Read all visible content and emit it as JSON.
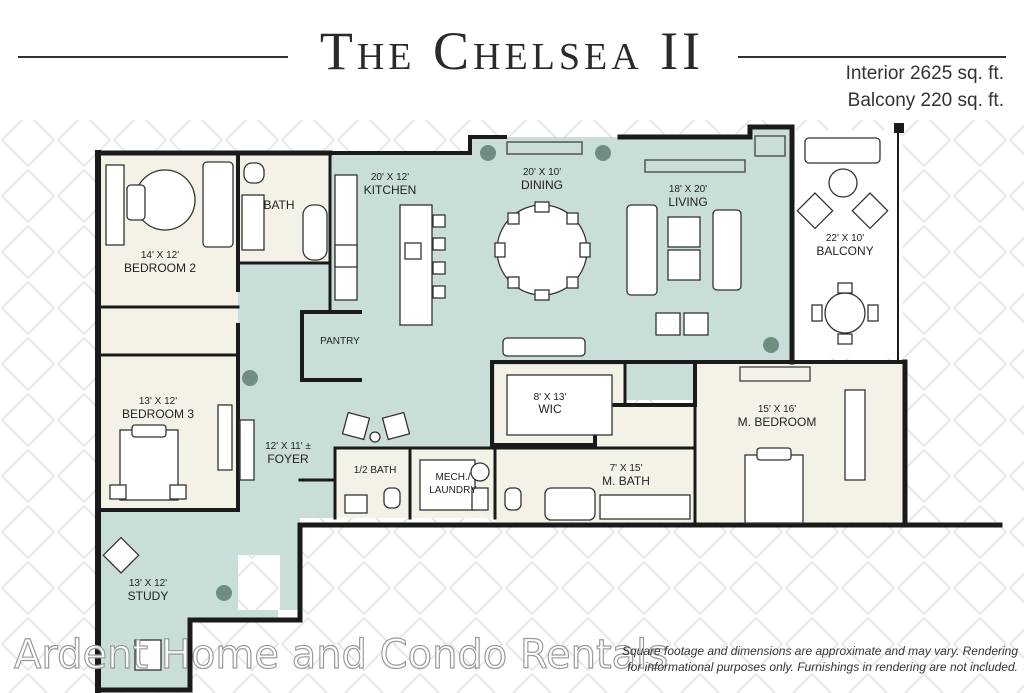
{
  "header": {
    "title": "The Chelsea II",
    "interior": "Interior 2625 sq. ft.",
    "balcony": "Balcony 220 sq. ft."
  },
  "rooms": {
    "kitchen": {
      "dim": "20' X 12'",
      "name": "KITCHEN"
    },
    "dining": {
      "dim": "20' X 10'",
      "name": "DINING"
    },
    "living": {
      "dim": "18' X 20'",
      "name": "LIVING"
    },
    "balcony": {
      "dim": "22' X 10'",
      "name": "BALCONY"
    },
    "bedroom2": {
      "dim": "14' X 12'",
      "name": "BEDROOM 2"
    },
    "bath": {
      "name": "BATH"
    },
    "pantry": {
      "name": "PANTRY"
    },
    "bedroom3": {
      "dim": "13' X 12'",
      "name": "BEDROOM 3"
    },
    "foyer": {
      "dim": "12' X 11' ±",
      "name": "FOYER"
    },
    "wic": {
      "dim": "8' X 13'",
      "name": "WIC"
    },
    "master_bedroom": {
      "dim": "15' X 16'",
      "name": "M. BEDROOM"
    },
    "half_bath": {
      "name": "1/2 BATH"
    },
    "mech": {
      "line1": "MECH./",
      "line2": "LAUNDRY"
    },
    "master_bath": {
      "dim": "7' X 15'",
      "name": "M. BATH"
    },
    "study": {
      "dim": "13' X 12'",
      "name": "STUDY"
    }
  },
  "footer": {
    "watermark": "Ardent Home and Condo Rentals",
    "disclaimer_line1": "Square footage and dimensions are approximate and may vary. Rendering",
    "disclaimer_line2": "for informational purposes only. Furnishings in rendering are not included."
  },
  "colors": {
    "living_fill": "#c9ddd9",
    "bedroom_fill": "#f4f2e6",
    "wall": "#1a1a1a",
    "balcony_fill": "#ffffff"
  }
}
